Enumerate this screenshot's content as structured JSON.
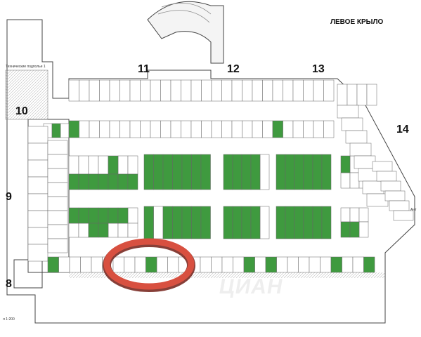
{
  "title": "ЛЕВОЕ КРЫЛО",
  "sections": [
    "8",
    "9",
    "10",
    "11",
    "12",
    "13",
    "14"
  ],
  "labels": {
    "tech": "Технические подполье 1",
    "right_cut": "Ант",
    "bottom_left": "л 1:200"
  },
  "watermark": "ЦИАН",
  "highlight_color": "#3f9a3f",
  "marker_color": "#d85040",
  "highlighted_spaces": "green cells = available parking spaces",
  "marker": "red-oval"
}
